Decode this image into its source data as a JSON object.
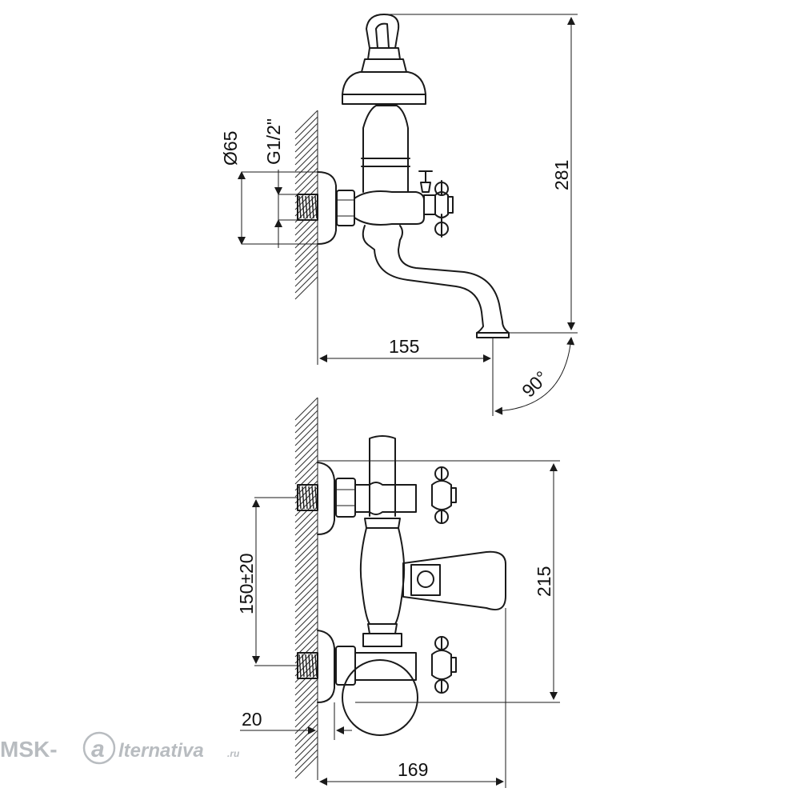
{
  "dimensions": {
    "diameter": "Ø65",
    "thread": "G1/2\"",
    "height_top": "281",
    "spout_reach": "155",
    "swivel_angle": "90°",
    "center_distance": "150±20",
    "height_front": "215",
    "wall_offset": "20",
    "total_depth": "169"
  },
  "watermark": {
    "brand": "MSK-",
    "logo_letter": "a",
    "rest": "lternativa",
    "tld": ".ru"
  }
}
